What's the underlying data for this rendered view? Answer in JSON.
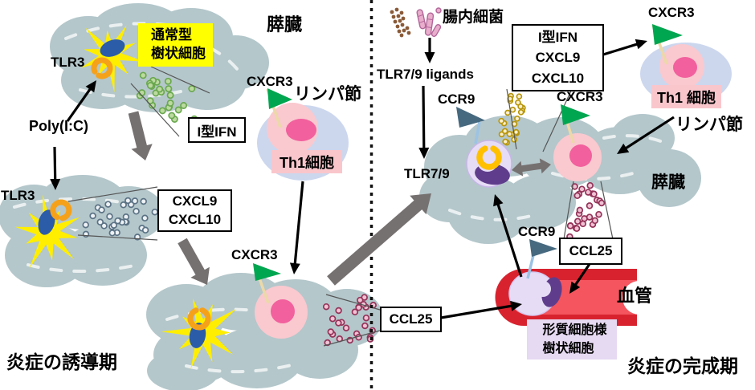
{
  "left": {
    "phase": "炎症の誘導期",
    "pancreas": "膵臓",
    "dc_type": "通常型\n樹状細胞",
    "tlr3_a": "TLR3",
    "tlr3_b": "TLR3",
    "polyic": "Poly(I:C)",
    "ifn": "I型IFN",
    "cxcl": "CXCL9\nCXCL10",
    "cxcr3_a": "CXCR3",
    "cxcr3_b": "CXCR3",
    "lymph": "リンパ節",
    "th1": "Th1細胞",
    "ccl25": "CCL25"
  },
  "right": {
    "phase": "炎症の完成期",
    "bacteria": "腸内細菌",
    "ligands": "TLR7/9 ligands",
    "tlr79": "TLR7/9",
    "ccr9_a": "CCR9",
    "ccr9_b": "CCR9",
    "cytokines": "I型IFN\nCXCL9\nCXCL10",
    "cxcr3_a": "CXCR3",
    "cxcr3_b": "CXCR3",
    "th1": "Th1 細胞",
    "lymph": "リンパ節",
    "pancreas": "膵臓",
    "ccl25_a": "CCL25",
    "ccl25_b": "CCL25",
    "vessel": "血管",
    "pdc": "形質細胞様\n樹状細胞"
  },
  "colors": {
    "pancreas_blob": "#b4c7cb",
    "dc_yellow": "#ffee00",
    "dc_nucleus_blue": "#2b5ca8",
    "receptor_orange": "#f5a11a",
    "th1_pink": "#f9c9cf",
    "th1_nucleus": "#f2609d",
    "lymph_node": "#ccd7ee",
    "pdc_body": "#e6dcf6",
    "pdc_nucleus": "#5f3d8c",
    "pdc_receptor": "#ffc000",
    "cxcr3_flag_green": "#00a650",
    "ccr9_flag_slate": "#47697f",
    "vessel_red": "#d8232f",
    "vessel_lumen": "#f4555e",
    "arrow_grey": "#767171",
    "ifn_dots_green": "#6aa84f",
    "cxcl_dots_slate": "#5b7285",
    "ccl25_dots_maroon": "#943358",
    "ifn_dots_gold": "#b8960c",
    "label_yellow": "#ffff00",
    "label_pink": "#f9c6cc",
    "label_purple": "#e6d9f2"
  }
}
